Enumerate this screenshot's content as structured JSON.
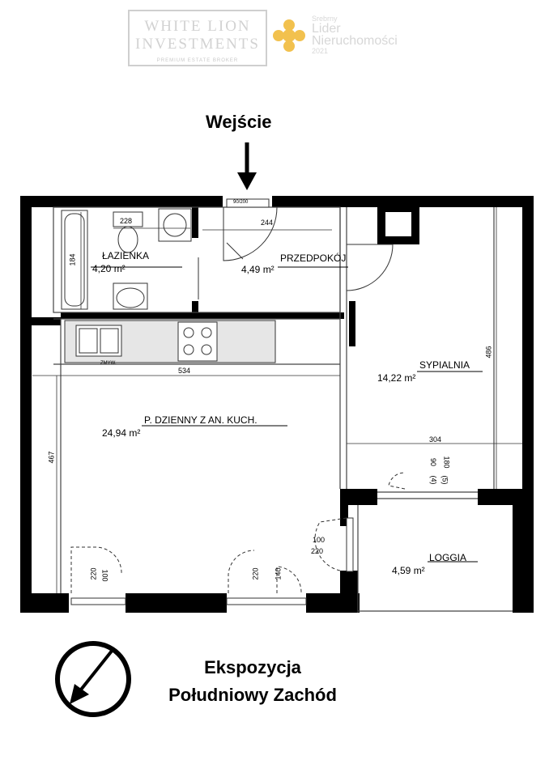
{
  "branding": {
    "company_line1": "WHITE LION",
    "company_line2": "INVESTMENTS",
    "company_tagline": "PREMIUM ESTATE BROKER",
    "award_small": "Srebrny",
    "award_line1": "Lider",
    "award_line2": "Nieruchomości",
    "award_year": "2021"
  },
  "entrance_label": "Wejście",
  "rooms": {
    "bathroom": {
      "name": "ŁAZIENKA",
      "area": "4,20 m²"
    },
    "hallway": {
      "name": "PRZEDPOKÓJ",
      "area": "4,49 m²"
    },
    "bedroom": {
      "name": "SYPIALNIA",
      "area": "14,22 m²"
    },
    "living": {
      "name": "P. DZIENNY Z AN. KUCH.",
      "area": "24,94 m²"
    },
    "loggia": {
      "name": "LOGGIA",
      "area": "4,59 m²"
    }
  },
  "dimensions": {
    "bath_width": "228",
    "bath_height": "184",
    "hall_width": "244",
    "living_width": "534",
    "living_height": "467",
    "bedroom_height": "486",
    "bedroom_width": "304",
    "door_label": "90/200",
    "dishwasher": "ZMYW.",
    "balcony_door_w": "100",
    "balcony_door_h": "220",
    "bedroom_door_a": "90",
    "bedroom_door_b": "180",
    "bedroom_door_c": "(4)",
    "bedroom_door_d": "(5)",
    "left_window_w": "100",
    "left_window_h": "220",
    "mid_window_w": "140",
    "mid_window_h": "220"
  },
  "exposure": {
    "line1": "Ekspozycja",
    "line2": "Południowy Zachód"
  }
}
